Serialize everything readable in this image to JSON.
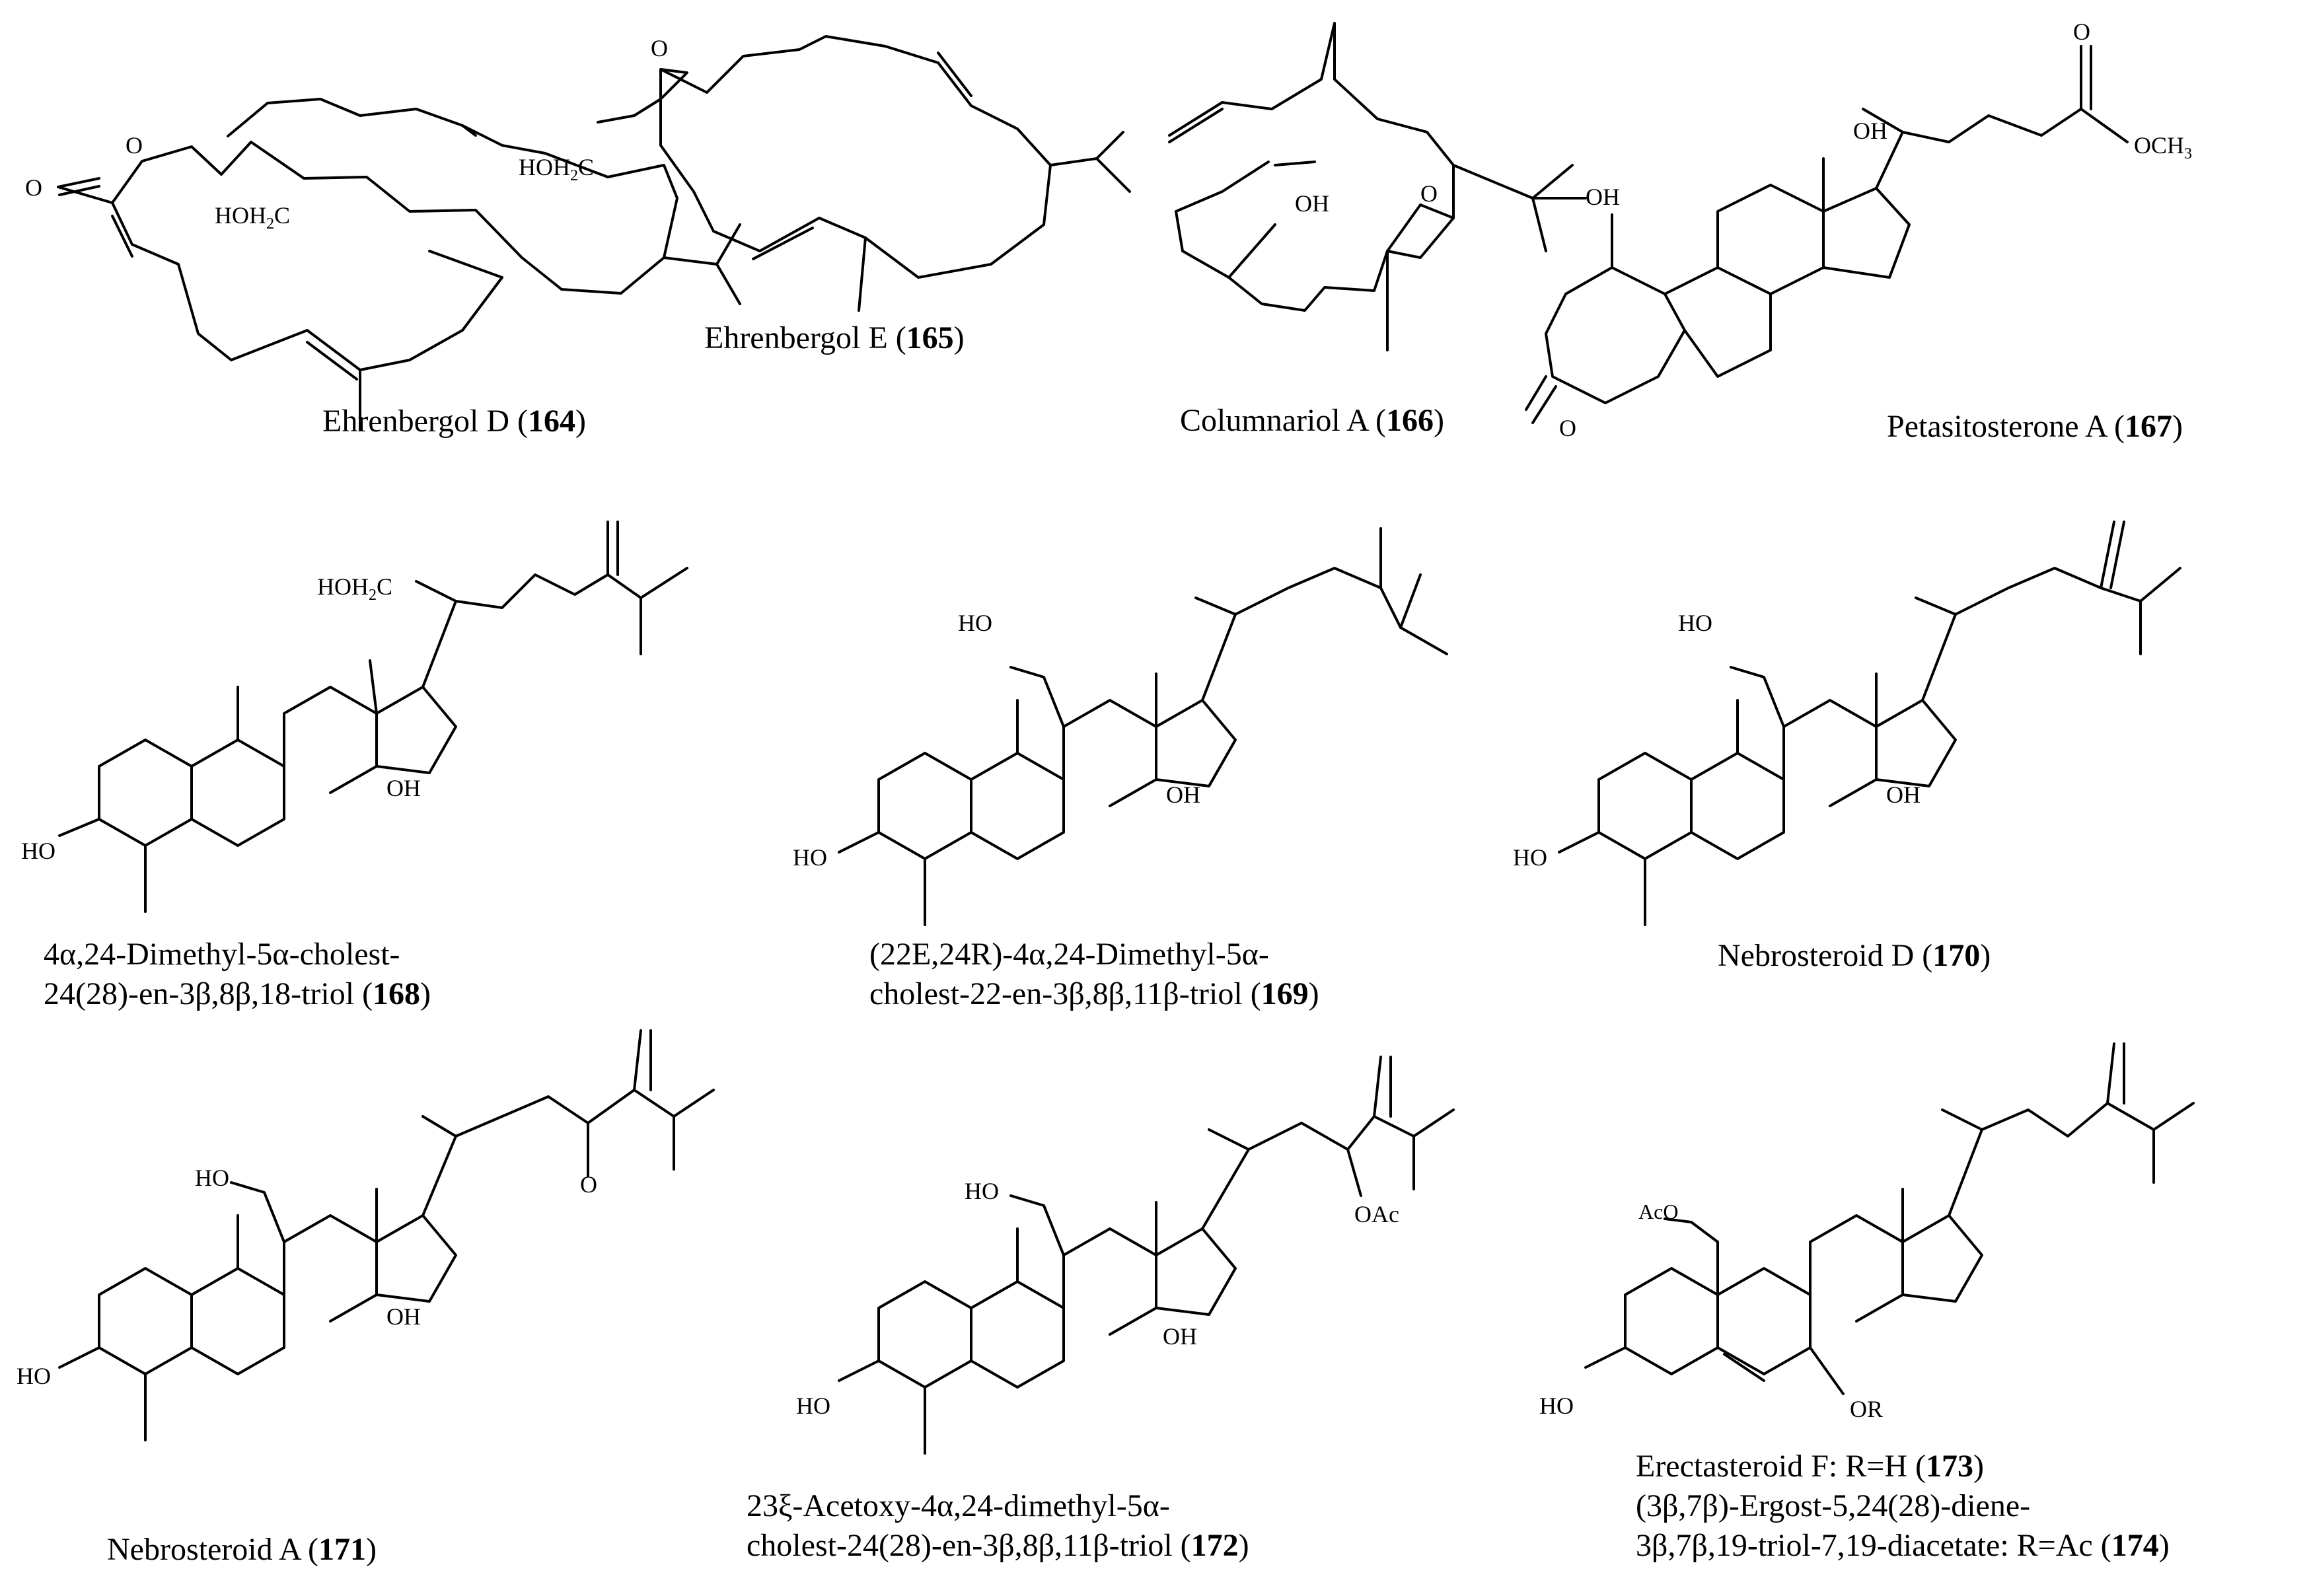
{
  "compounds": [
    {
      "name": "Ehrenbergol D",
      "number": "164"
    },
    {
      "name": "Ehrenbergol E",
      "number": "165"
    },
    {
      "name": "Columnariol A",
      "number": "166"
    },
    {
      "name": "Petasitosterone A",
      "number": "167"
    },
    {
      "line1": "4α,24-Dimethyl-5α-cholest-",
      "line2_pre": "24(28)-en-3β,8β,18-triol",
      "number": "168"
    },
    {
      "line1": "(22E,24R)-4α,24-Dimethyl-5α-",
      "line2_pre": "cholest-22-en-3β,8β,11β-triol",
      "number": "169"
    },
    {
      "name": "Nebrosteroid D",
      "number": "170"
    },
    {
      "name": "Nebrosteroid A",
      "number": "171"
    },
    {
      "line1": "23ξ-Acetoxy-4α,24-dimethyl-5α-",
      "line2_pre": "cholest-24(28)-en-3β,8β,11β-triol",
      "number": "172"
    },
    {
      "line1_pre": "Erectasteroid F: R=H",
      "line1_number": "173",
      "line2": "(3β,7β)-Ergost-5,24(28)-diene-",
      "line3_pre": "3β,7β,19-triol-7,19-diacetate: R=Ac",
      "number": "174"
    }
  ],
  "atom_labels": {
    "O": "O",
    "OH": "OH",
    "HO": "HO",
    "HOH2C_a": "HOH",
    "HOH2C_b": "C",
    "sub2": "2",
    "OCH3_a": "OCH",
    "sub3": "3",
    "OAc": "OAc",
    "AcO": "AcO",
    "OR": "OR"
  }
}
